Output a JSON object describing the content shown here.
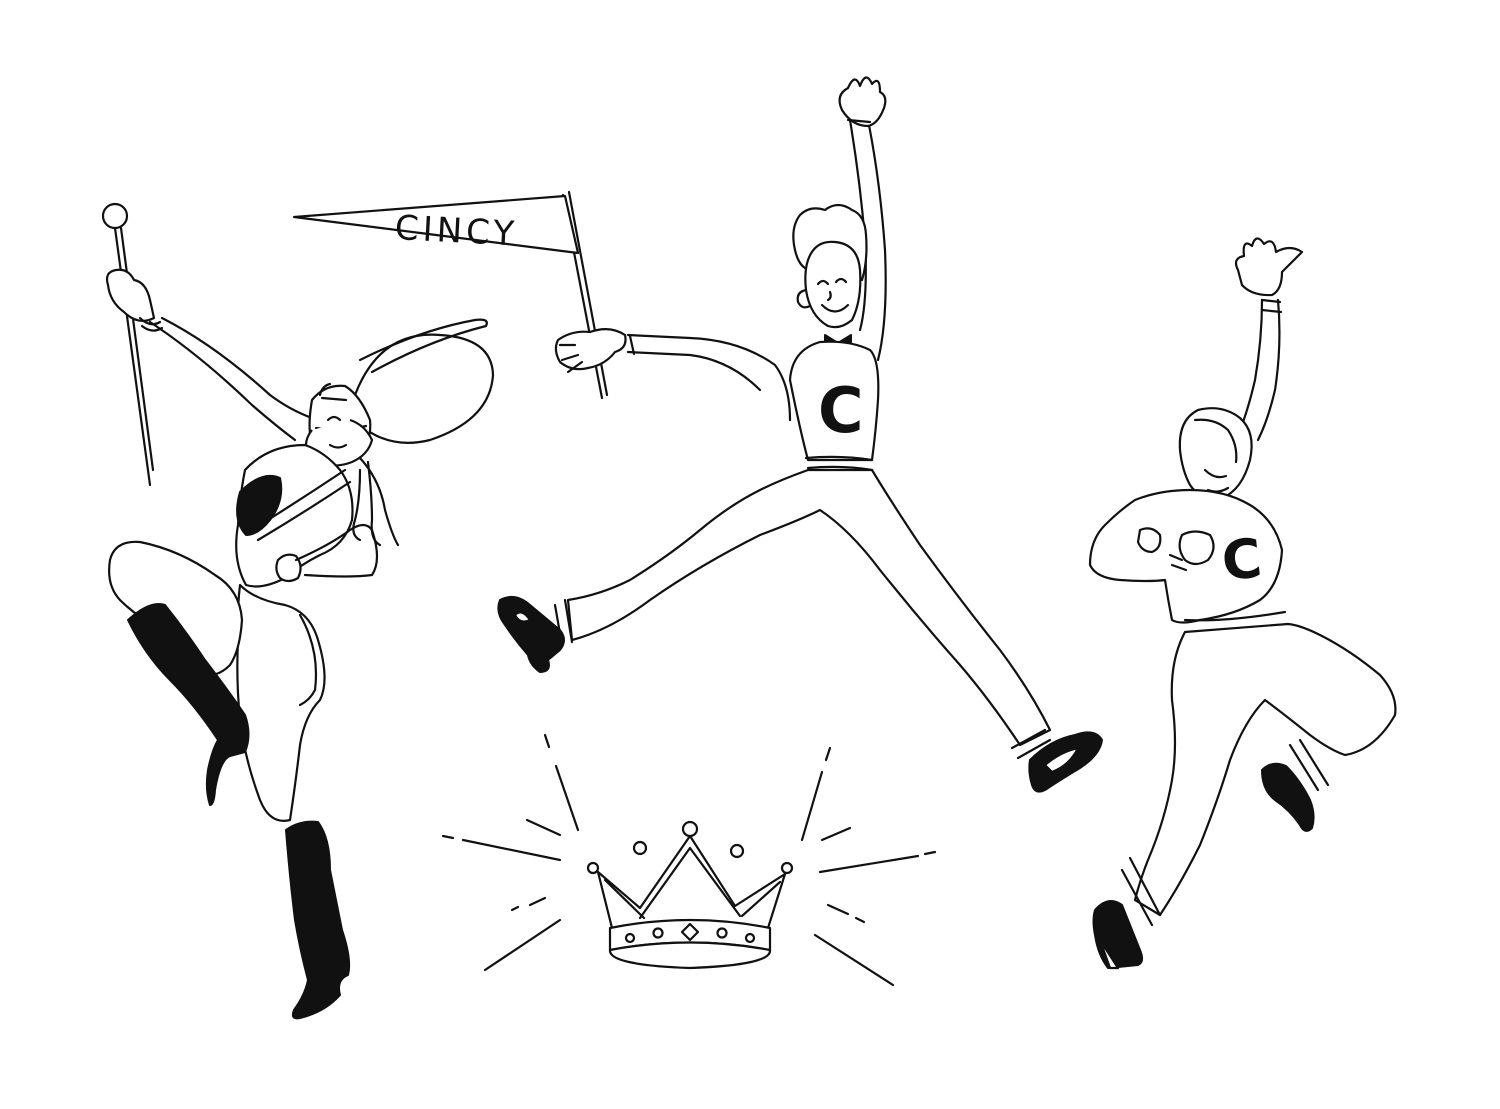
{
  "illustration": {
    "pennant_text": "CINCY",
    "sweater_letter_center": "C",
    "sweater_letter_right": "C",
    "colors": {
      "ink": "#111111",
      "paper": "#ffffff"
    }
  }
}
